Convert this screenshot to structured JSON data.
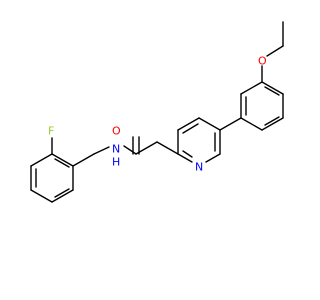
{
  "structure": {
    "atoms": {
      "fluorine": "F",
      "amide_nitrogen": "N",
      "amide_hydrogen": "H",
      "carbonyl_oxygen": "O",
      "pyridine_nitrogen": "N",
      "ether_oxygen": "O"
    },
    "colors": {
      "bond": "#000000",
      "fluorine": "#9acd32",
      "nitrogen": "#0000ff",
      "oxygen": "#ff0000"
    }
  }
}
